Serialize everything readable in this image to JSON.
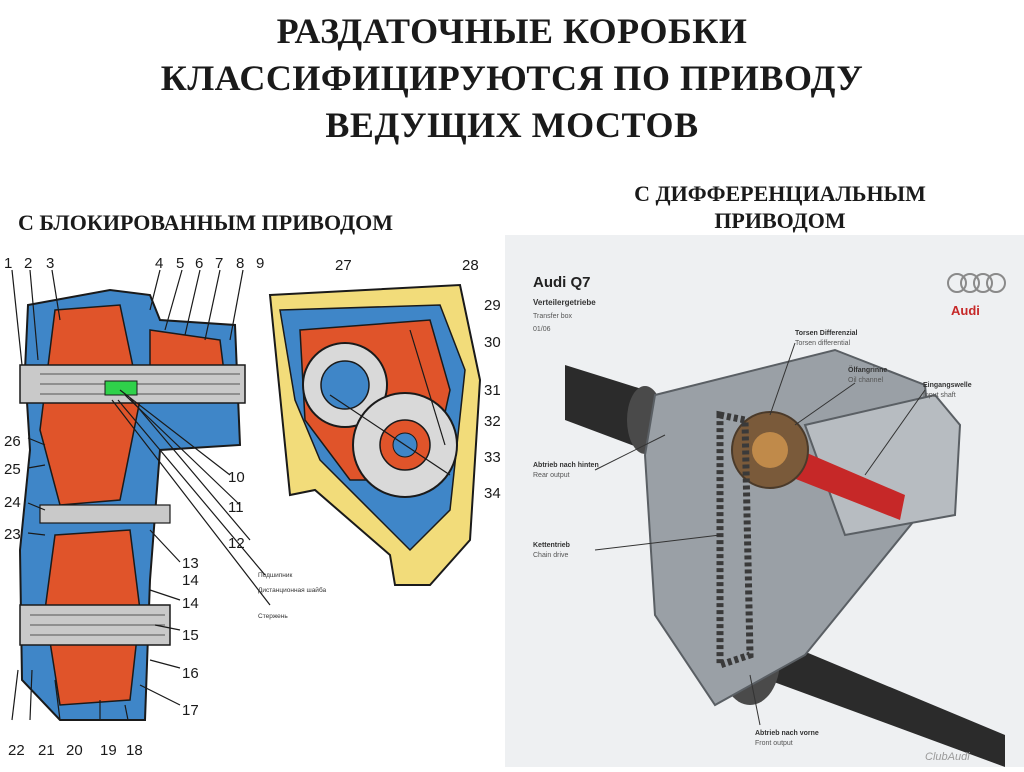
{
  "slide": {
    "title_lines": [
      "РАЗДАТОЧНЫЕ КОРОБКИ",
      "КЛАССИФИЦИРУЮТСЯ ПО ПРИВОДУ",
      "ВЕДУЩИХ МОСТОВ"
    ],
    "left_heading": "С БЛОКИРОВАННЫМ ПРИВОДОМ",
    "right_heading_lines": [
      "С ДИФФЕРЕНЦИАЛЬНЫМ",
      "ПРИВОДОМ"
    ]
  },
  "left_diagram": {
    "numbers": [
      "1",
      "2",
      "3",
      "4",
      "5",
      "6",
      "7",
      "8",
      "9",
      "10",
      "11",
      "12",
      "13",
      "14",
      "14",
      "15",
      "16",
      "17",
      "18",
      "19",
      "20",
      "21",
      "22",
      "23",
      "24",
      "25",
      "26",
      "27",
      "28",
      "29",
      "30",
      "31",
      "32",
      "33",
      "34"
    ],
    "small_labels": [
      "Подшипник",
      "Дистанционная шайба",
      "Стержень"
    ]
  },
  "right_photo": {
    "model": "Audi Q7",
    "caption_de": "Verteilergetriebe",
    "caption_en": "Transfer box",
    "date": "01/06",
    "brand": "Audi",
    "watermark": "ClubAudi",
    "callouts": [
      {
        "de": "Torsen Differenzial",
        "en": "Torsen differential"
      },
      {
        "de": "Ölfangrinne",
        "en": "Oil channel"
      },
      {
        "de": "Eingangswelle",
        "en": "Input shaft"
      },
      {
        "de": "Abtrieb nach hinten",
        "en": "Rear output"
      },
      {
        "de": "Kettentrieb",
        "en": "Chain drive"
      },
      {
        "de": "Abtrieb nach vorne",
        "en": "Front output"
      }
    ]
  },
  "colors": {
    "housing_blue": "#3f86c8",
    "gear_orange": "#e0542a",
    "housing_yellow": "#f2dc7a",
    "highlight_green": "#2fd14a",
    "photo_bg": "#eef0f2"
  }
}
